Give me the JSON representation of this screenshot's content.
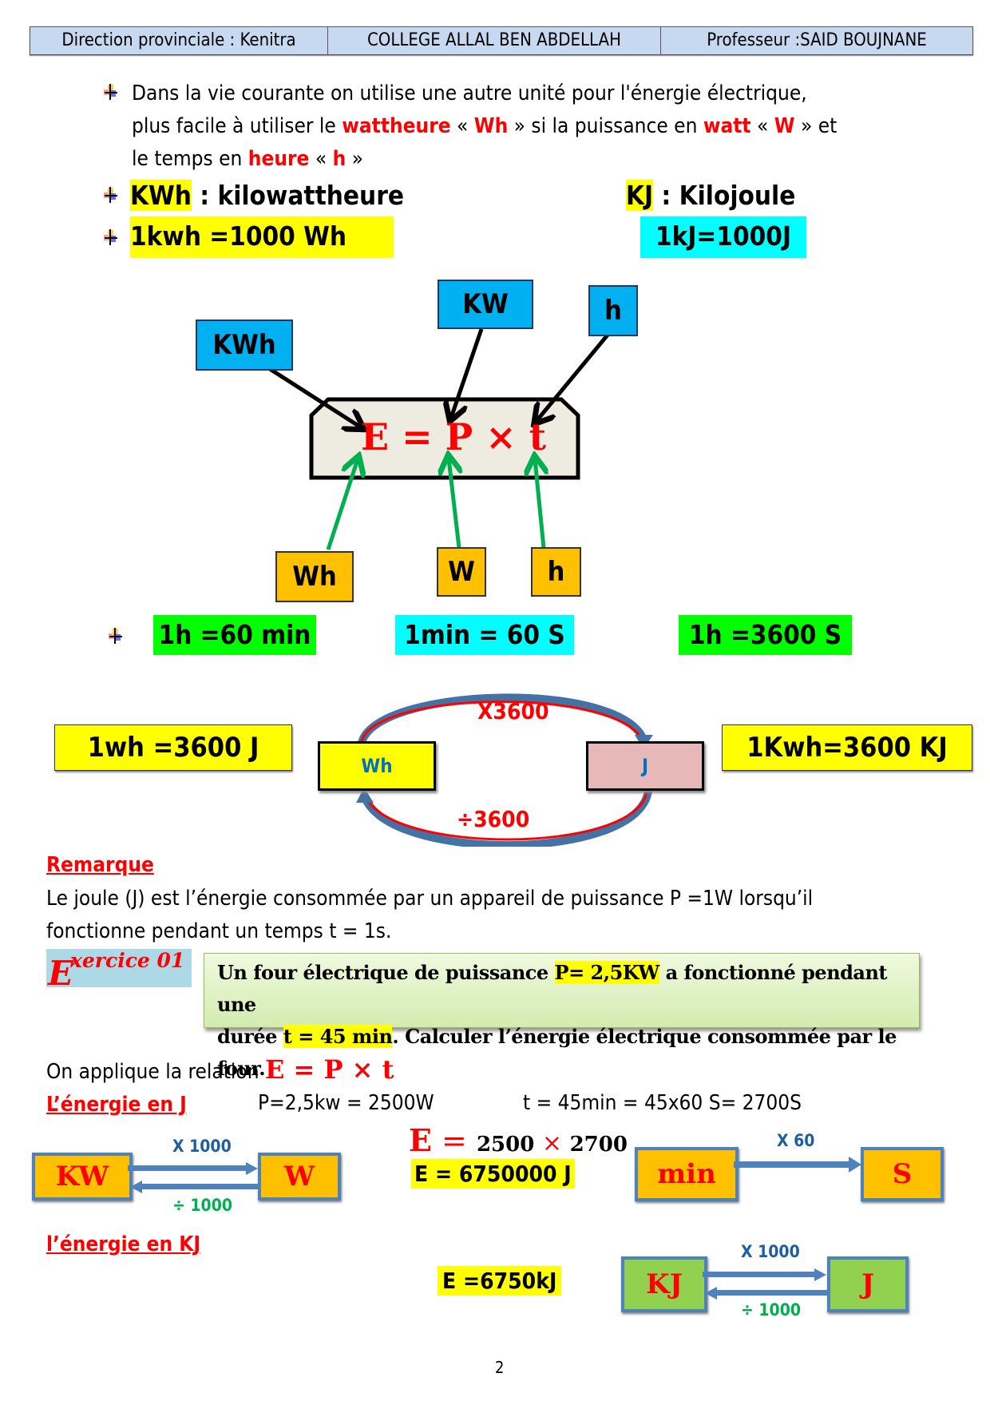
{
  "header": {
    "cells": [
      "Direction provinciale : Kenitra",
      "COLLEGE ALLAL BEN ABDELLAH",
      "Professeur :SAID BOUJNANE"
    ]
  },
  "intro": {
    "line1": "Dans la vie courante on utilise une autre unité  pour l'énergie électrique,",
    "line2_a": "plus facile à utiliser le ",
    "line2_b": "wattheure",
    "line2_c": " « ",
    "line2_d": "Wh",
    "line2_e": " » si la puissance en ",
    "line2_f": "watt",
    "line2_g": " « ",
    "line2_h": "W",
    "line2_i": " » et",
    "line3_a": "le temps en ",
    "line3_b": "heure",
    "line3_c": " « ",
    "line3_d": "h",
    "line3_e": " »"
  },
  "units": {
    "kwh_abbr": "KWh",
    "kwh_def": " : kilowattheure",
    "kj_abbr": "KJ",
    "kj_def": " : Kilojoule",
    "kwh_eq": "1kwh =1000 Wh ",
    "kj_eq": "1kJ=1000J"
  },
  "diagram": {
    "formula": "E = P × t",
    "top_labels": [
      "KWh",
      "KW",
      "h"
    ],
    "bottom_labels": [
      "Wh",
      "W",
      "h"
    ]
  },
  "time": {
    "h_min": "1h =60 min",
    "min_s": "1min = 60 S",
    "h_s": "1h =3600 S"
  },
  "conversion": {
    "left_eq": "1wh =3600 J",
    "right_eq": "1Kwh=3600 KJ",
    "from": "Wh",
    "to": "J",
    "mult": "X3600",
    "div": "÷3600"
  },
  "remarque": {
    "title": "Remarque",
    "line1": "Le joule (J) est l’énergie consommée par un appareil de puissance P =1W lorsqu’il",
    "line2": "fonctionne pendant un temps t = 1s."
  },
  "exercise": {
    "title_E": "E",
    "title_rest": "xercice 01",
    "text1_a": "Un four  électrique de puissance  ",
    "text1_b": "P= 2,5KW",
    "text1_c": " a fonctionné pendant une",
    "text2_a": "durée  ",
    "text2_b": "t = 45 min",
    "text2_c": ".  Calculer l’énergie électrique consommée par le four."
  },
  "solution": {
    "apply": "On applique la relation ",
    "apply_formula": "E = P  × t",
    "energy_j_title": "L’énergie en J ",
    "p_conv": "P=2,5kw = 2500W",
    "t_conv": "t = 45min = 45x60 S= 2700S",
    "calc_E": "E",
    "calc_eq": " = ",
    "calc_a": "2500",
    "calc_x": " × ",
    "calc_b": "2700",
    "result_j": "E = 6750000 J",
    "energy_kj_title": "l’énergie en KJ",
    "result_kj": "E =6750kJ"
  },
  "kw_w": {
    "left": "KW",
    "right": "W",
    "mult": "X 1000",
    "div": "÷ 1000"
  },
  "min_s": {
    "left": "min",
    "right": "S",
    "mult": "X 60"
  },
  "kj_j": {
    "left": "KJ",
    "right": "J",
    "mult": "X 1000",
    "div": "÷ 1000"
  },
  "page_number": "2"
}
